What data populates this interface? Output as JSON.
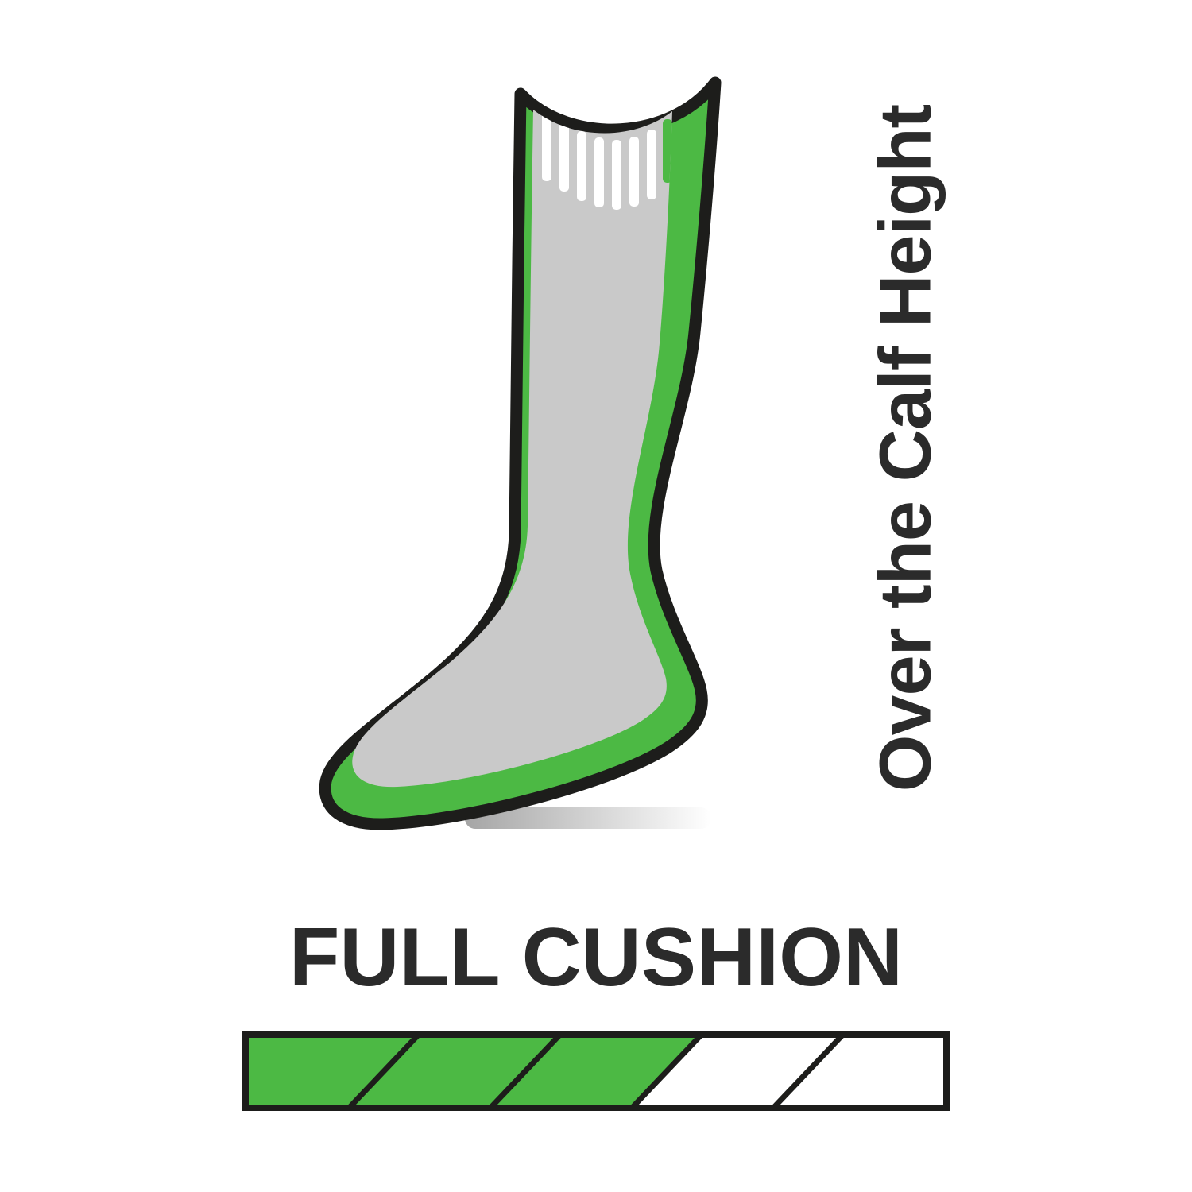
{
  "illustration": {
    "name": "over-the-calf-sock",
    "height_label": "Over the Calf Height",
    "colors": {
      "cushion_green": "#4CB944",
      "sock_gray": "#C9C9C9",
      "outline": "#1D1D1B",
      "rib_white": "#FFFFFF",
      "shadow": "#9B9B9B",
      "text": "#2B2B2B",
      "background": "#FFFFFF"
    }
  },
  "cushion_meter": {
    "label": "FULL CUSHION",
    "segments_total": 5,
    "segments_filled": 3,
    "fill_color": "#4CB944",
    "empty_color": "#FFFFFF",
    "border_color": "#1D1D1B"
  }
}
